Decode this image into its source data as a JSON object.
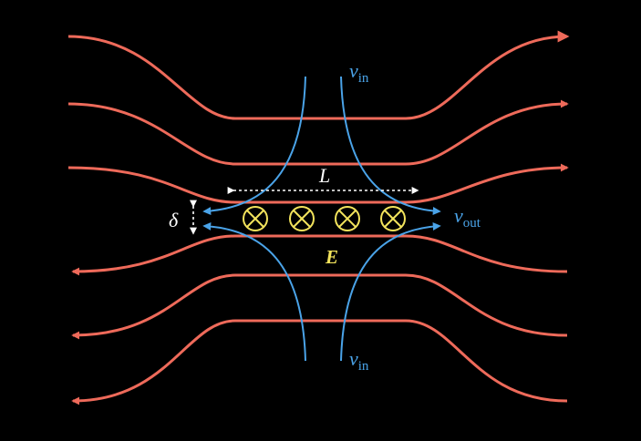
{
  "colors": {
    "background": "#000000",
    "field_lines": "#ee6a5a",
    "flow_lines": "#4aa3e8",
    "current_symbols": "#f2e35c",
    "annotations": "#ffffff"
  },
  "labels": {
    "v_in_top": {
      "main": "v",
      "sub": "in"
    },
    "v_in_bottom": {
      "main": "v",
      "sub": "in"
    },
    "v_out": {
      "main": "v",
      "sub": "out"
    },
    "length": "L",
    "thickness": "δ",
    "electric_field": "E"
  },
  "icons": {
    "current_into_page": "circled-times",
    "count": 4
  }
}
